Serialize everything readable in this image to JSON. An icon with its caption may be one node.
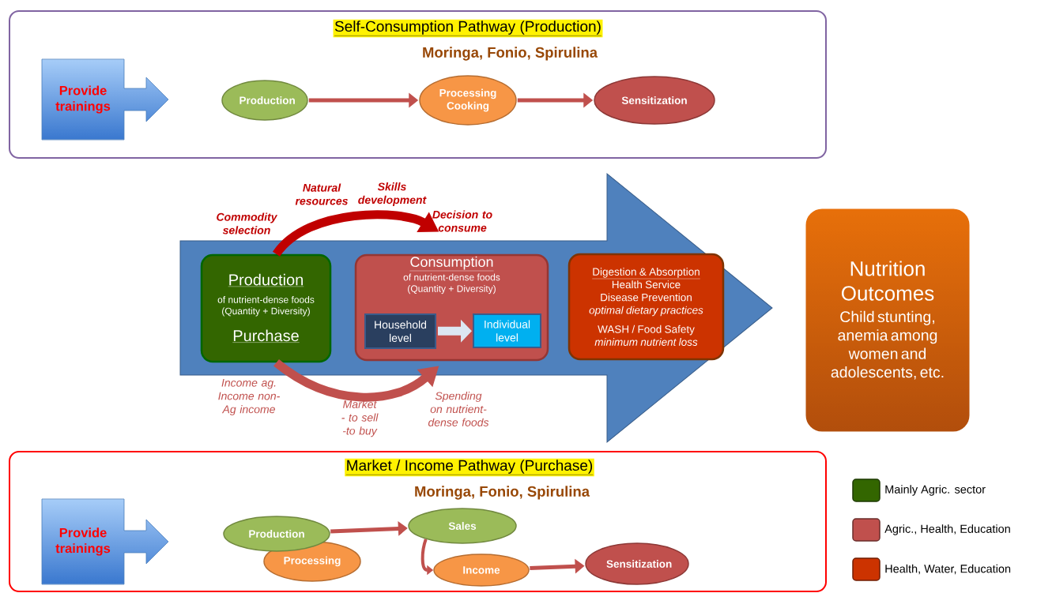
{
  "diagram": {
    "nodes": [
      {
        "text": [
          "Self-Consumption Pathway (Production)",
          "Moringa, Fonio, Spirulina"
        ]
      },
      {
        "text": [
          "Provide trainings"
        ],
        "in": 0
      },
      {
        "text": [
          "Production"
        ],
        "in": 0
      },
      {
        "text": [
          "Processing Cooking"
        ],
        "in": 0
      },
      {
        "text": [
          "Sensitization"
        ],
        "in": 0
      },
      {
        "text": [],
        "shape": "arrow"
      },
      {
        "text": [
          "Production",
          "of nutrient-dense foods (Quantity + Diversity)",
          "Purchase"
        ],
        "in": 5
      },
      {
        "text": [
          "Consumption",
          "of nutrient-dense foods (Quantity + Diversity)"
        ],
        "in": 5
      },
      {
        "text": [
          "Household level"
        ],
        "in": 7
      },
      {
        "text": [
          "Individual level"
        ],
        "in": 7
      },
      {
        "text": [
          "Digestion & Absorption",
          "Health Service",
          "Disease Prevention",
          "optimal dietary practices",
          "WASH / Food Safety",
          "minimum nutrient loss"
        ],
        "in": 5
      },
      {
        "text": [
          "Nutrition Outcomes",
          "Child stunting, anemia among women and adolescents, etc."
        ]
      },
      {
        "text": [
          "Market / Income Pathway (Purchase)",
          "Moringa, Fonio, Spirulina"
        ]
      },
      {
        "text": [
          "Provide trainings"
        ],
        "in": 12
      },
      {
        "text": [
          "Production"
        ],
        "in": 12
      },
      {
        "text": [
          "Processing"
        ],
        "in": 12
      },
      {
        "text": [
          "Sales"
        ],
        "in": 12
      },
      {
        "text": [
          "Income"
        ],
        "in": 12
      },
      {
        "text": [
          "Sensitization"
        ],
        "in": 12
      }
    ],
    "edges": [
      {
        "from": 2,
        "to": 3,
        "arrow": "to"
      },
      {
        "from": 3,
        "to": 4,
        "arrow": "to"
      },
      {
        "from": 6,
        "to": 7,
        "arrow": "to",
        "style": "thick",
        "color": "#c00000"
      },
      {
        "from": 6,
        "to": 7,
        "arrow": "to",
        "style": "thick"
      },
      {
        "from": 8,
        "to": 9,
        "arrow": "to",
        "style": "thick",
        "color": "#dce6f2"
      },
      {
        "from": 14,
        "to": 16,
        "arrow": "to"
      },
      {
        "from": 16,
        "to": 17,
        "arrow": "to"
      },
      {
        "from": 17,
        "to": 18,
        "arrow": "to"
      }
    ],
    "labels": [
      "Commodity selection",
      "Natural resources",
      "Skills development",
      "Decision to consume",
      "Income ag. Income non-Ag income",
      "Market - to sell -to buy",
      "Spending on nutrient-dense foods"
    ],
    "legend": [
      {
        "text": "Mainly Agric. sector",
        "color": "#336600"
      },
      {
        "text": "Agric., Health, Education",
        "color": "#c0504d"
      },
      {
        "text": "Health, Water, Education",
        "color": "#cc3300"
      }
    ]
  }
}
